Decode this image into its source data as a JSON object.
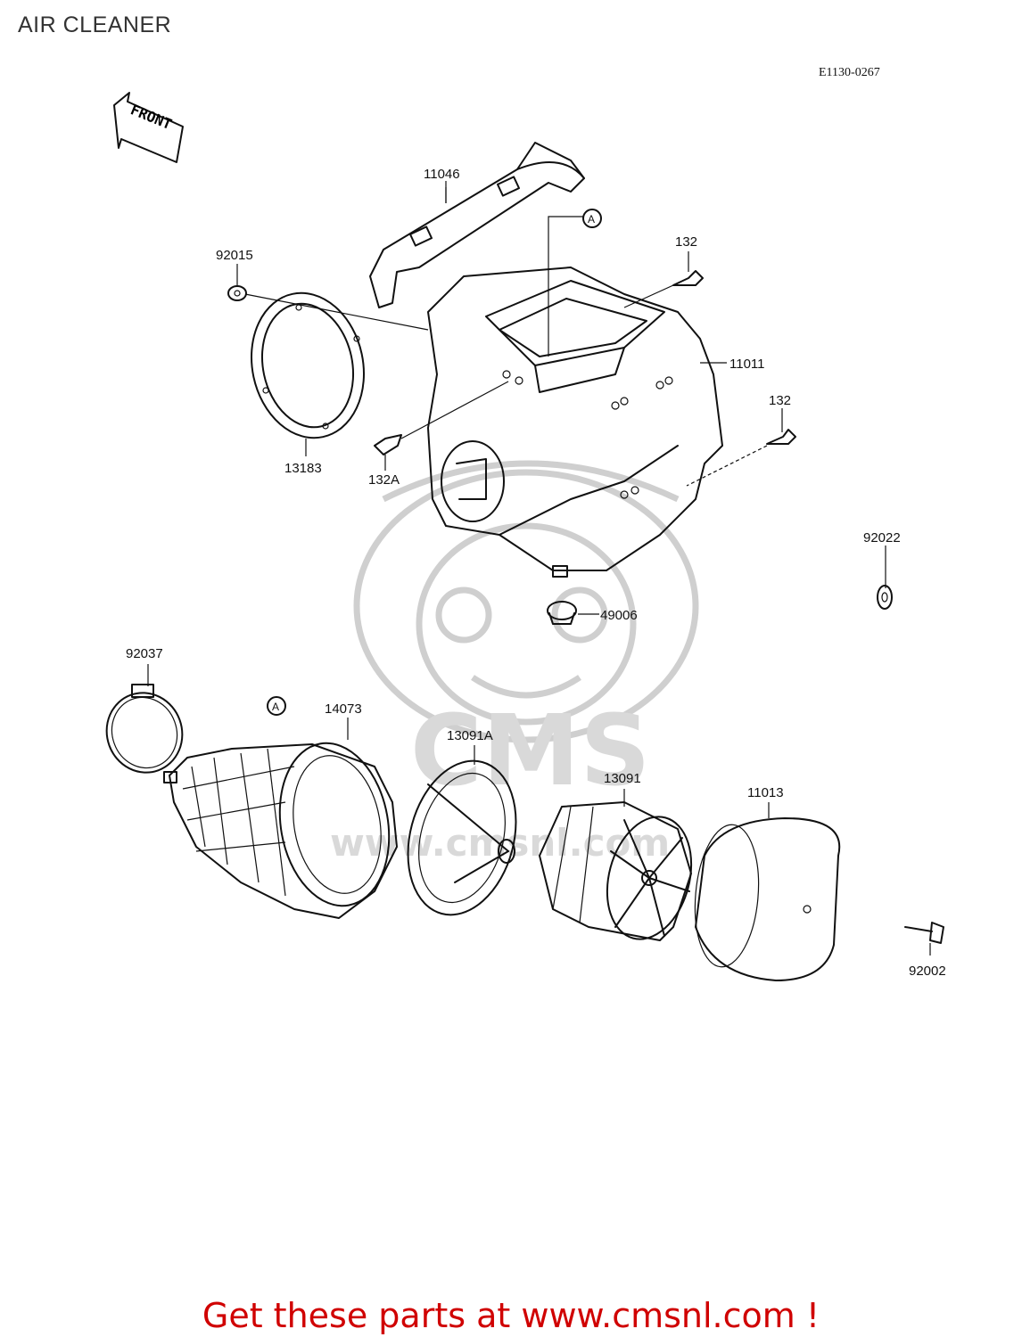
{
  "title": "AIR CLEANER",
  "diagram_code": "E1130-0267",
  "front_arrow_label": "FRONT",
  "callout_letter": "A",
  "watermark_text": "CMS",
  "watermark_url": "www.cmsnl.com",
  "parts": {
    "p11046": "11046",
    "p92015": "92015",
    "p132_top": "132",
    "p11011": "11011",
    "p132_right": "132",
    "p13183": "13183",
    "p132A": "132A",
    "p49006": "49006",
    "p92037": "92037",
    "p14073": "14073",
    "p13091A": "13091A",
    "p13091": "13091",
    "p11013": "11013",
    "p92022": "92022",
    "p92002": "92002"
  },
  "footer": {
    "link_text": "Get these parts at www.cmsnl.com !"
  },
  "colors": {
    "footer": "#d00000",
    "line": "#111111",
    "watermark": "#cfcfcf"
  }
}
